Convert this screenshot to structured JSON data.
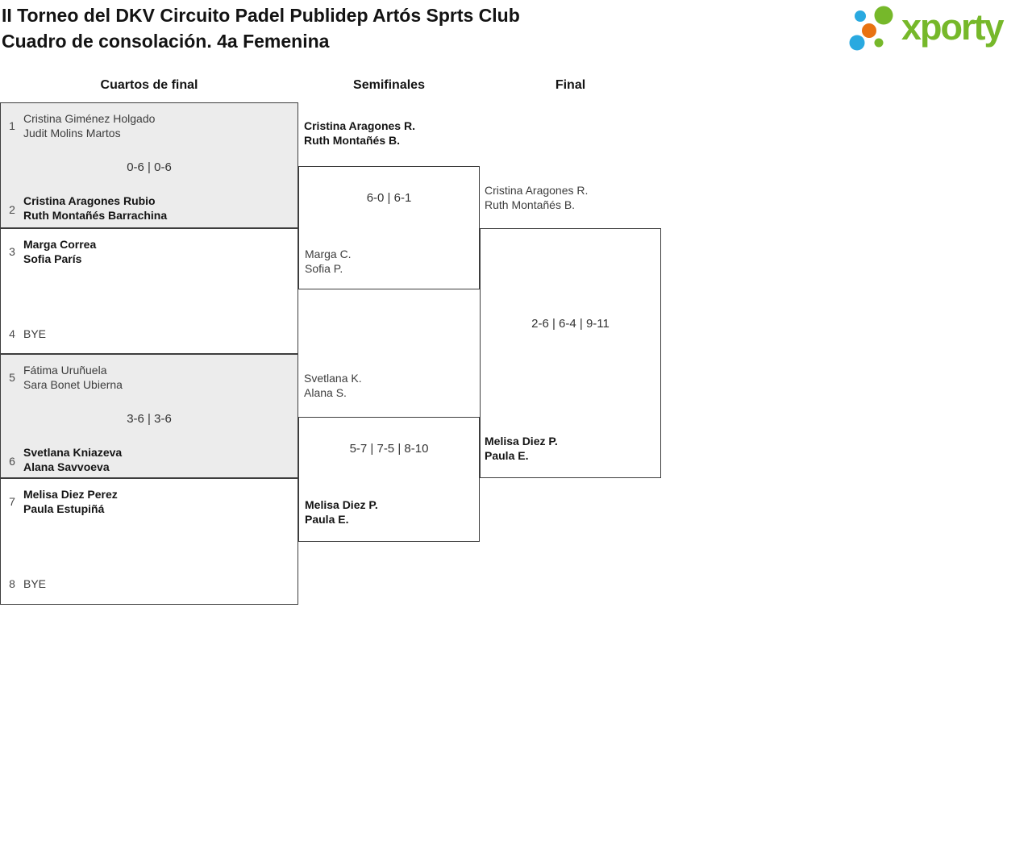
{
  "header": {
    "title_line1": "II Torneo del DKV Circuito Padel Publidep Artós Sprts Club",
    "title_line2": "Cuadro de consolación. 4a Femenina"
  },
  "logo": {
    "text": "xporty",
    "colors": {
      "green": "#76b82a",
      "blue": "#29a9e0",
      "orange": "#e87211"
    }
  },
  "bracket": {
    "rounds": [
      "Cuartos de final",
      "Semifinales",
      "Final"
    ],
    "quarterfinals": [
      {
        "top": {
          "seed": "1",
          "lines": [
            "Cristina Giménez Holgado",
            "Judit Molins Martos"
          ],
          "winner": false
        },
        "score": "0-6 | 0-6",
        "bottom": {
          "seed": "2",
          "lines": [
            "Cristina Aragones Rubio",
            "Ruth Montañés Barrachina"
          ],
          "winner": true
        }
      },
      {
        "top": {
          "seed": "3",
          "lines": [
            "Marga Correa",
            "Sofia París"
          ],
          "winner": true
        },
        "score": "",
        "bottom": {
          "seed": "4",
          "lines": [
            "BYE"
          ],
          "winner": false
        }
      },
      {
        "top": {
          "seed": "5",
          "lines": [
            "Fátima Uruñuela",
            "Sara Bonet Ubierna"
          ],
          "winner": false
        },
        "score": "3-6 | 3-6",
        "bottom": {
          "seed": "6",
          "lines": [
            "Svetlana Kniazeva",
            "Alana Savvoeva"
          ],
          "winner": true
        }
      },
      {
        "top": {
          "seed": "7",
          "lines": [
            "Melisa Diez Perez",
            "Paula Estupiñá"
          ],
          "winner": true
        },
        "score": "",
        "bottom": {
          "seed": "8",
          "lines": [
            "BYE"
          ],
          "winner": false
        }
      }
    ],
    "semifinals": [
      {
        "top": {
          "lines": [
            "Cristina Aragones R.",
            "Ruth Montañés B."
          ],
          "winner": true
        },
        "score": "6-0 | 6-1",
        "bottom": {
          "lines": [
            "Marga C.",
            "Sofia P."
          ],
          "winner": false
        }
      },
      {
        "top": {
          "lines": [
            "Svetlana K.",
            "Alana S."
          ],
          "winner": false
        },
        "score": "5-7 | 7-5 | 8-10",
        "bottom": {
          "lines": [
            "Melisa Diez P.",
            "Paula E."
          ],
          "winner": true
        }
      }
    ],
    "final": {
      "top": {
        "lines": [
          "Cristina Aragones R.",
          "Ruth Montañés B."
        ],
        "winner": false
      },
      "score": "2-6 | 6-4 | 9-11",
      "bottom": {
        "lines": [
          "Melisa Diez P.",
          "Paula E."
        ],
        "winner": true
      }
    }
  }
}
